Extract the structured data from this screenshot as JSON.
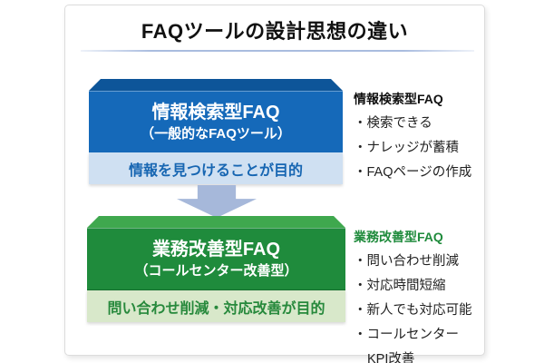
{
  "title": "FAQツールの設計思想の違い",
  "colors": {
    "blue_top": "#0d5599",
    "blue_face": "#1569b9",
    "blue_bar": "#cfe0f2",
    "blue_bar_text": "#1766b2",
    "green_top": "#3fa84e",
    "green_face": "#1f8b3c",
    "green_bar": "#d8e8ca",
    "green_bar_text": "#27893c",
    "arrow": "#a6b8da"
  },
  "diagram": {
    "top_box": {
      "title": "情報検索型FAQ",
      "subtitle": "（一般的なFAQツール）",
      "purpose": "情報を見つけることが目的"
    },
    "bottom_box": {
      "title": "業務改善型FAQ",
      "subtitle": "（コールセンター改善型）",
      "purpose": "問い合わせ削減・対応改善が目的"
    }
  },
  "right_panel": {
    "sections": [
      {
        "heading": "情報検索型FAQ",
        "items": [
          "・検索できる",
          "・ナレッジが蓄積",
          "・FAQページの作成"
        ]
      },
      {
        "heading": "業務改善型FAQ",
        "items": [
          "・問い合わせ削減",
          "・対応時間短縮",
          "・新人でも対応可能",
          "・コールセンター",
          "KPI改善"
        ]
      }
    ]
  }
}
